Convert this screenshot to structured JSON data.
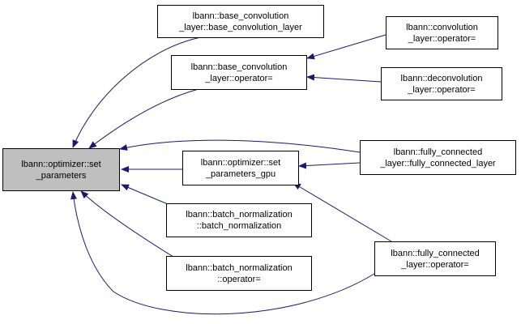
{
  "diagram": {
    "nodes": {
      "set_parameters": {
        "line1": "lbann::optimizer::set",
        "line2": "_parameters",
        "fill": "#bfbfbf"
      },
      "base_conv_layer": {
        "line1": "lbann::base_convolution",
        "line2": "_layer::base_convolution_layer"
      },
      "base_conv_op": {
        "line1": "lbann::base_convolution",
        "line2": "_layer::operator="
      },
      "conv_op": {
        "line1": "lbann::convolution",
        "line2": "_layer::operator="
      },
      "deconv_op": {
        "line1": "lbann::deconvolution",
        "line2": "_layer::operator="
      },
      "set_params_gpu": {
        "line1": "lbann::optimizer::set",
        "line2": "_parameters_gpu"
      },
      "fc_layer": {
        "line1": "lbann::fully_connected",
        "line2": "_layer::fully_connected_layer"
      },
      "bn_ctor": {
        "line1": "lbann::batch_normalization",
        "line2": "::batch_normalization"
      },
      "bn_op": {
        "line1": "lbann::batch_normalization",
        "line2": "::operator="
      },
      "fc_op": {
        "line1": "lbann::fully_connected",
        "line2": "_layer::operator="
      }
    },
    "edges": [
      {
        "from": "base_conv_layer",
        "to": "set_parameters"
      },
      {
        "from": "base_conv_op",
        "to": "set_parameters"
      },
      {
        "from": "fc_layer",
        "to": "set_parameters"
      },
      {
        "from": "set_params_gpu",
        "to": "set_parameters"
      },
      {
        "from": "bn_ctor",
        "to": "set_parameters"
      },
      {
        "from": "bn_op",
        "to": "set_parameters"
      },
      {
        "from": "fc_op",
        "to": "set_parameters"
      },
      {
        "from": "conv_op",
        "to": "base_conv_op"
      },
      {
        "from": "deconv_op",
        "to": "base_conv_op"
      },
      {
        "from": "fc_layer",
        "to": "set_params_gpu"
      },
      {
        "from": "fc_op",
        "to": "set_params_gpu"
      }
    ],
    "edge_color": "#191970"
  }
}
